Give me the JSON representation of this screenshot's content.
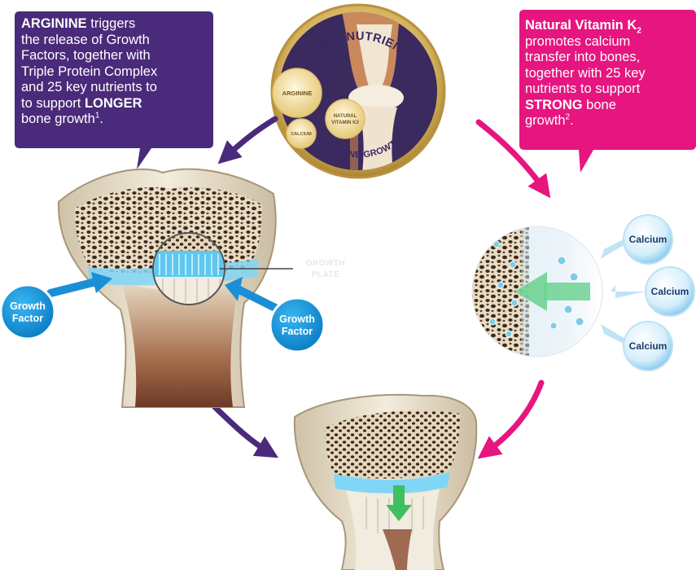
{
  "left_callout": {
    "bold_lead": "ARGININE",
    "line1_rest": " triggers",
    "line2": "the release of Growth",
    "line3": "Factors, together with",
    "line4": "Triple Protein Complex",
    "line5": "and 25 key nutrients to",
    "line6_pre": "to support ",
    "line6_bold": "LONGER",
    "line7": "bone growth",
    "line7_sup": "1",
    "line7_end": ".",
    "bg_color": "#4a2a7a"
  },
  "right_callout": {
    "line1": "Natural Vitamin K",
    "line1_sub": "2",
    "line2": "promotes calcium",
    "line3": "transfer into bones,",
    "line4": "together with 25 key",
    "line5": "nutrients to support",
    "line6_bold": "STRONG",
    "line6_rest": " bone",
    "line7": "growth",
    "line7_sup": "2",
    "line7_end": ".",
    "bg_color": "#e6157f"
  },
  "center_badge": {
    "arc_top": "25 KEY NUTRIENTS",
    "arc_bottom": "FOR BONE GROWTH",
    "pill_arginine": "ARGININE",
    "pill_vitamin_line1": "NATURAL",
    "pill_vitamin_line2": "VITAMIN K2",
    "pill_calcium": "CALCIUM"
  },
  "left_bone": {
    "growth_plate_label_line1": "GROWTH",
    "growth_plate_label_line2": "PLATE",
    "growth_factor_left_line1": "Growth",
    "growth_factor_left_line2": "Factor",
    "growth_factor_right_line1": "Growth",
    "growth_factor_right_line2": "Factor"
  },
  "calcium_panel": {
    "bubbles": [
      "Calcium",
      "Calcium",
      "Calcium"
    ]
  },
  "colors": {
    "purple": "#4a2a7a",
    "magenta": "#e6157f",
    "bubble_blue": "#1a9fe0",
    "plate_blue": "#5ec8f0",
    "arrow_green": "#5fd08a",
    "gold": "#c9a24a"
  }
}
